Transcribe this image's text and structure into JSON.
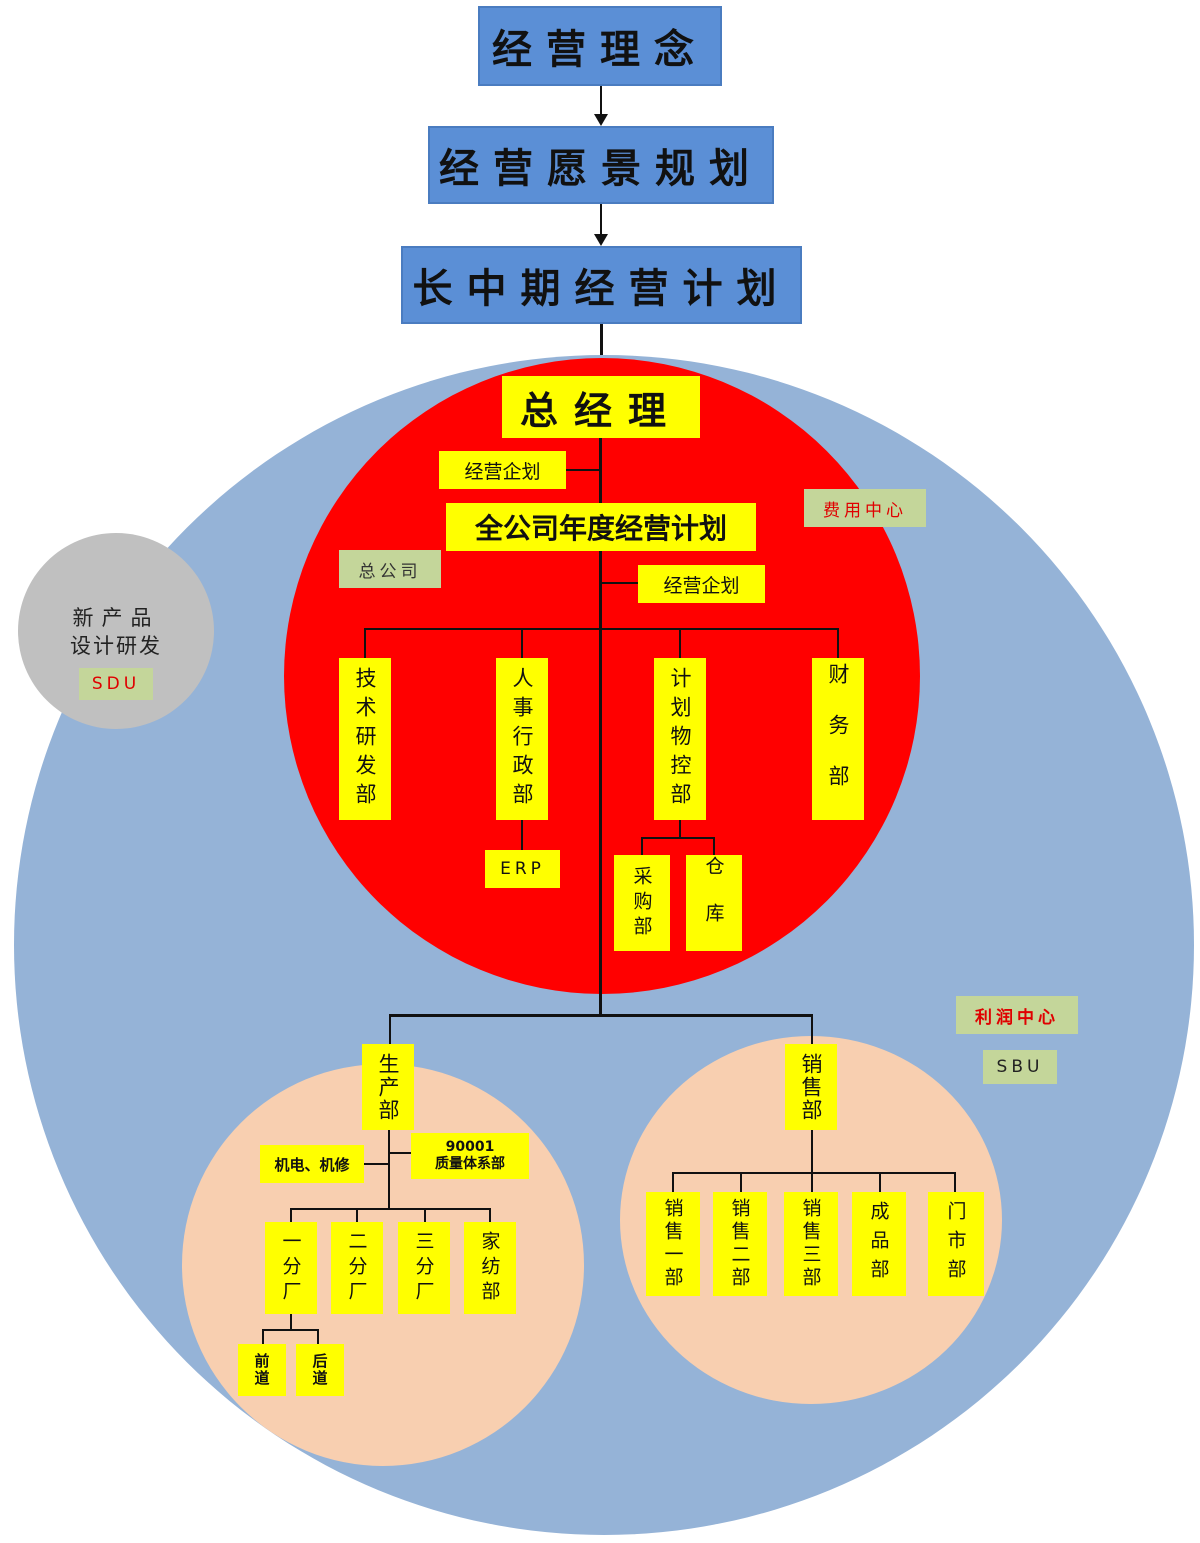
{
  "top_chain": [
    "经营理念",
    "经营愿景规划",
    "长中期经营计划"
  ],
  "hq": {
    "title": "总经理",
    "planning_top": "经营企划",
    "annual_plan": "全公司年度经营计划",
    "planning_bottom": "经营企划",
    "tag_company": "总公司",
    "tag_cost_center": "费用中心",
    "departments": [
      "技术研发部",
      "人事行政部",
      "计划物控部",
      "财务部"
    ],
    "erp": "ERP",
    "sub_material": [
      "采购部",
      "仓库"
    ]
  },
  "sdu": {
    "line1": "新产品",
    "line2": "设计研发",
    "tag": "SDU"
  },
  "sbu": {
    "tag_profit_center": "利润中心",
    "tag": "SBU"
  },
  "production": {
    "title": "生产部",
    "left_unit": "机电、机修",
    "right_unit_line1": "90001",
    "right_unit_line2": "质量体系部",
    "branches": [
      "一分厂",
      "二分厂",
      "三分厂",
      "家纺部"
    ],
    "sub_branch": [
      "前道",
      "后道"
    ]
  },
  "sales": {
    "title": "销售部",
    "branches": [
      "销售一部",
      "销售二部",
      "销售三部",
      "成品部",
      "门市部"
    ]
  },
  "colors": {
    "blue_box": "#5b8fd6",
    "big_circle": "#95b3d7",
    "red_circle": "#ff0000",
    "peach_circle": "#f8cfb0",
    "grey_circle": "#c0c0c0",
    "yellow_box": "#ffff00",
    "green_tag": "#c4d69a",
    "red_text": "#e00000"
  }
}
